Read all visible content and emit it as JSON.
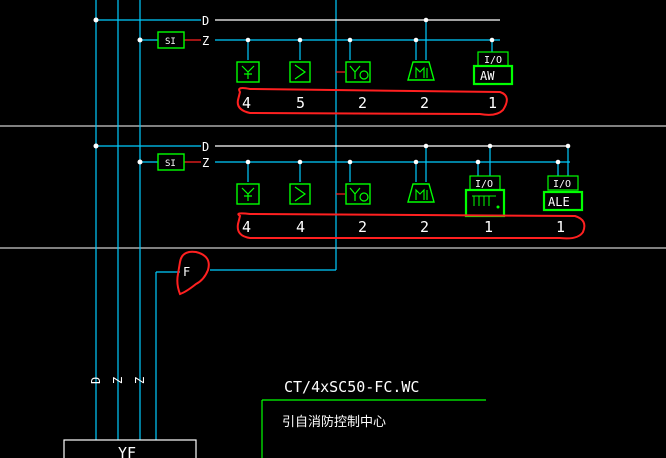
{
  "drawing": {
    "bus_labels": {
      "d": "D",
      "z": "Z",
      "f": "F"
    },
    "si_label": "SI",
    "io_label": "I/O",
    "floor_upper": {
      "devices": [
        {
          "icon": "smoke-detector-icon",
          "count": "4"
        },
        {
          "icon": "heat-detector-icon",
          "count": "5"
        },
        {
          "icon": "manual-call-point-icon",
          "count": "2"
        },
        {
          "icon": "alarm-bell-icon",
          "count": "2"
        },
        {
          "icon": "io-module-icon",
          "label": "AW",
          "count": "1"
        }
      ]
    },
    "floor_lower": {
      "devices": [
        {
          "icon": "smoke-detector-icon",
          "count": "4"
        },
        {
          "icon": "heat-detector-icon",
          "count": "4"
        },
        {
          "icon": "manual-call-point-icon",
          "count": "2"
        },
        {
          "icon": "alarm-bell-icon",
          "count": "2"
        },
        {
          "icon": "io-module-icon",
          "count": "1"
        },
        {
          "icon": "io-module-icon",
          "label": "ALE",
          "count": "1"
        }
      ]
    },
    "riser_labels": [
      "D",
      "Z",
      "Z"
    ],
    "cable_spec": "CT/4xSC50-FC.WC",
    "cable_note": "引自消防控制中心",
    "bottom_box_label": "YF",
    "colors": {
      "wire": "#00ccff",
      "device": "#00ff00",
      "red_line": "#ff2020",
      "white": "#ffffff",
      "background": "#000000"
    }
  }
}
